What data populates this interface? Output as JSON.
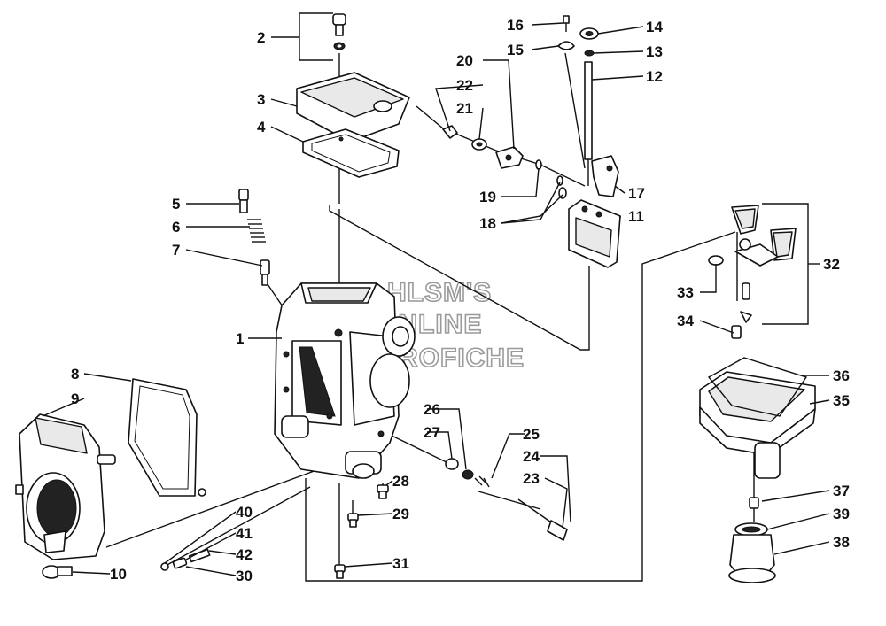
{
  "watermark": [
    "HLSM'S",
    "ONLINE",
    "MICROFICHE"
  ],
  "callouts": [
    "1",
    "2",
    "3",
    "4",
    "5",
    "6",
    "7",
    "8",
    "9",
    "10",
    "11",
    "12",
    "13",
    "14",
    "15",
    "16",
    "17",
    "18",
    "19",
    "20",
    "21",
    "22",
    "23",
    "24",
    "25",
    "26",
    "27",
    "28",
    "29",
    "30",
    "31",
    "32",
    "33",
    "34",
    "35",
    "36",
    "37",
    "38",
    "39",
    "40",
    "41",
    "42"
  ]
}
